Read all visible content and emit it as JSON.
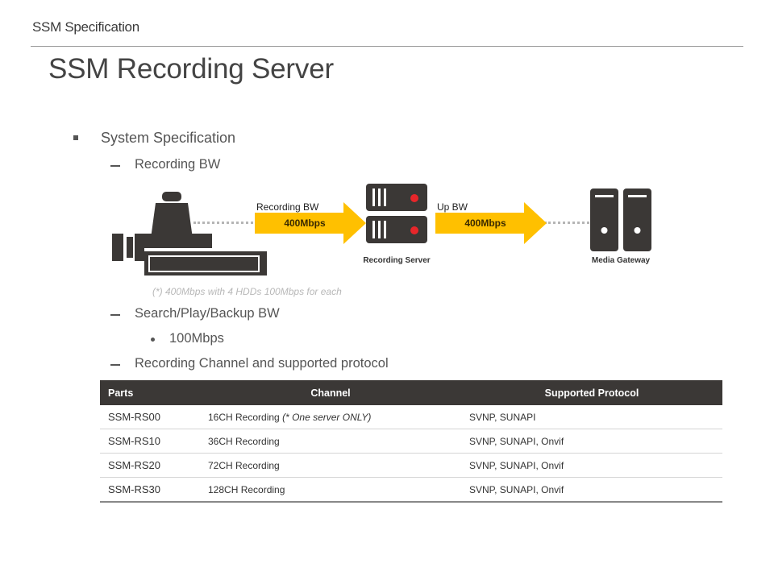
{
  "header": {
    "section_label": "SSM Specification",
    "title": "SSM Recording Server"
  },
  "outline": {
    "system_spec": "System Specification",
    "recording_bw": "Recording BW",
    "search_bw": "Search/Play/Backup BW",
    "search_bw_value": "100Mbps",
    "channel_protocol": "Recording Channel and supported protocol"
  },
  "diagram": {
    "recording_bw_label": "Recording BW",
    "recording_bw_value": "400Mbps",
    "up_bw_label": "Up BW",
    "up_bw_value": "400Mbps",
    "recording_server_caption": "Recording Server",
    "media_gateway_caption": "Media Gateway",
    "note": "(*) 400Mbps with 4 HDDs 100Mbps for each",
    "icons": [
      "camera-icon",
      "recording-server-icon",
      "media-gateway-icon"
    ],
    "colors": {
      "arrow": "#ffc000",
      "device": "#3b3836",
      "led": "#e8262a"
    }
  },
  "table": {
    "headers": {
      "parts": "Parts",
      "channel": "Channel",
      "protocol": "Supported Protocol"
    },
    "rows": [
      {
        "part": "SSM-RS00",
        "channel": "16CH Recording",
        "channel_note": "(* One server ONLY)",
        "protocol": "SVNP, SUNAPI"
      },
      {
        "part": "SSM-RS10",
        "channel": "36CH Recording",
        "channel_note": "",
        "protocol": "SVNP, SUNAPI, Onvif"
      },
      {
        "part": "SSM-RS20",
        "channel": "72CH Recording",
        "channel_note": "",
        "protocol": "SVNP, SUNAPI, Onvif"
      },
      {
        "part": "SSM-RS30",
        "channel": "128CH Recording",
        "channel_note": "",
        "protocol": "SVNP, SUNAPI, Onvif"
      }
    ]
  }
}
